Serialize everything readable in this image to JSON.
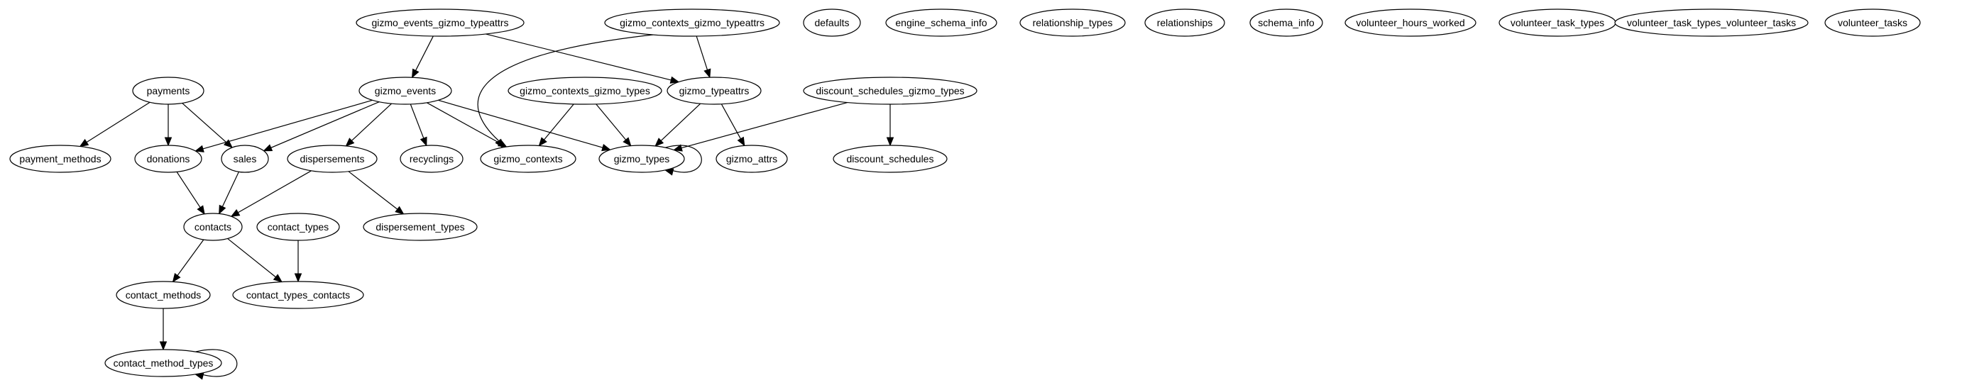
{
  "diagram": {
    "nodes": [
      {
        "id": "gizmo_events_gizmo_typeattrs",
        "label": "gizmo_events_gizmo_typeattrs"
      },
      {
        "id": "gizmo_contexts_gizmo_typeattrs",
        "label": "gizmo_contexts_gizmo_typeattrs"
      },
      {
        "id": "defaults",
        "label": "defaults"
      },
      {
        "id": "engine_schema_info",
        "label": "engine_schema_info"
      },
      {
        "id": "relationship_types",
        "label": "relationship_types"
      },
      {
        "id": "relationships",
        "label": "relationships"
      },
      {
        "id": "schema_info",
        "label": "schema_info"
      },
      {
        "id": "volunteer_hours_worked",
        "label": "volunteer_hours_worked"
      },
      {
        "id": "volunteer_task_types",
        "label": "volunteer_task_types"
      },
      {
        "id": "volunteer_task_types_volunteer_tasks",
        "label": "volunteer_task_types_volunteer_tasks"
      },
      {
        "id": "volunteer_tasks",
        "label": "volunteer_tasks"
      },
      {
        "id": "payments",
        "label": "payments"
      },
      {
        "id": "gizmo_events",
        "label": "gizmo_events"
      },
      {
        "id": "gizmo_contexts_gizmo_types",
        "label": "gizmo_contexts_gizmo_types"
      },
      {
        "id": "gizmo_typeattrs",
        "label": "gizmo_typeattrs"
      },
      {
        "id": "discount_schedules_gizmo_types",
        "label": "discount_schedules_gizmo_types"
      },
      {
        "id": "payment_methods",
        "label": "payment_methods"
      },
      {
        "id": "donations",
        "label": "donations"
      },
      {
        "id": "sales",
        "label": "sales"
      },
      {
        "id": "dispersements",
        "label": "dispersements"
      },
      {
        "id": "recyclings",
        "label": "recyclings"
      },
      {
        "id": "gizmo_contexts",
        "label": "gizmo_contexts"
      },
      {
        "id": "gizmo_types",
        "label": "gizmo_types"
      },
      {
        "id": "gizmo_attrs",
        "label": "gizmo_attrs"
      },
      {
        "id": "discount_schedules",
        "label": "discount_schedules"
      },
      {
        "id": "contacts",
        "label": "contacts"
      },
      {
        "id": "contact_types",
        "label": "contact_types"
      },
      {
        "id": "dispersement_types",
        "label": "dispersement_types"
      },
      {
        "id": "contact_methods",
        "label": "contact_methods"
      },
      {
        "id": "contact_types_contacts",
        "label": "contact_types_contacts"
      },
      {
        "id": "contact_method_types",
        "label": "contact_method_types"
      }
    ],
    "edges": [
      {
        "from": "gizmo_events_gizmo_typeattrs",
        "to": "gizmo_events"
      },
      {
        "from": "gizmo_events_gizmo_typeattrs",
        "to": "gizmo_typeattrs"
      },
      {
        "from": "gizmo_contexts_gizmo_typeattrs",
        "to": "gizmo_typeattrs"
      },
      {
        "from": "gizmo_contexts_gizmo_typeattrs",
        "to": "gizmo_contexts"
      },
      {
        "from": "payments",
        "to": "payment_methods"
      },
      {
        "from": "payments",
        "to": "donations"
      },
      {
        "from": "payments",
        "to": "sales"
      },
      {
        "from": "gizmo_events",
        "to": "donations"
      },
      {
        "from": "gizmo_events",
        "to": "sales"
      },
      {
        "from": "gizmo_events",
        "to": "dispersements"
      },
      {
        "from": "gizmo_events",
        "to": "recyclings"
      },
      {
        "from": "gizmo_events",
        "to": "gizmo_contexts"
      },
      {
        "from": "gizmo_events",
        "to": "gizmo_types"
      },
      {
        "from": "gizmo_contexts_gizmo_types",
        "to": "gizmo_contexts"
      },
      {
        "from": "gizmo_contexts_gizmo_types",
        "to": "gizmo_types"
      },
      {
        "from": "gizmo_typeattrs",
        "to": "gizmo_types"
      },
      {
        "from": "gizmo_typeattrs",
        "to": "gizmo_attrs"
      },
      {
        "from": "discount_schedules_gizmo_types",
        "to": "gizmo_types"
      },
      {
        "from": "discount_schedules_gizmo_types",
        "to": "discount_schedules"
      },
      {
        "from": "gizmo_types",
        "to": "gizmo_types"
      },
      {
        "from": "donations",
        "to": "contacts"
      },
      {
        "from": "sales",
        "to": "contacts"
      },
      {
        "from": "dispersements",
        "to": "contacts"
      },
      {
        "from": "dispersements",
        "to": "dispersement_types"
      },
      {
        "from": "contacts",
        "to": "contact_methods"
      },
      {
        "from": "contacts",
        "to": "contact_types_contacts"
      },
      {
        "from": "contact_types",
        "to": "contact_types_contacts"
      },
      {
        "from": "contact_methods",
        "to": "contact_method_types"
      },
      {
        "from": "contact_method_types",
        "to": "contact_method_types"
      }
    ]
  }
}
